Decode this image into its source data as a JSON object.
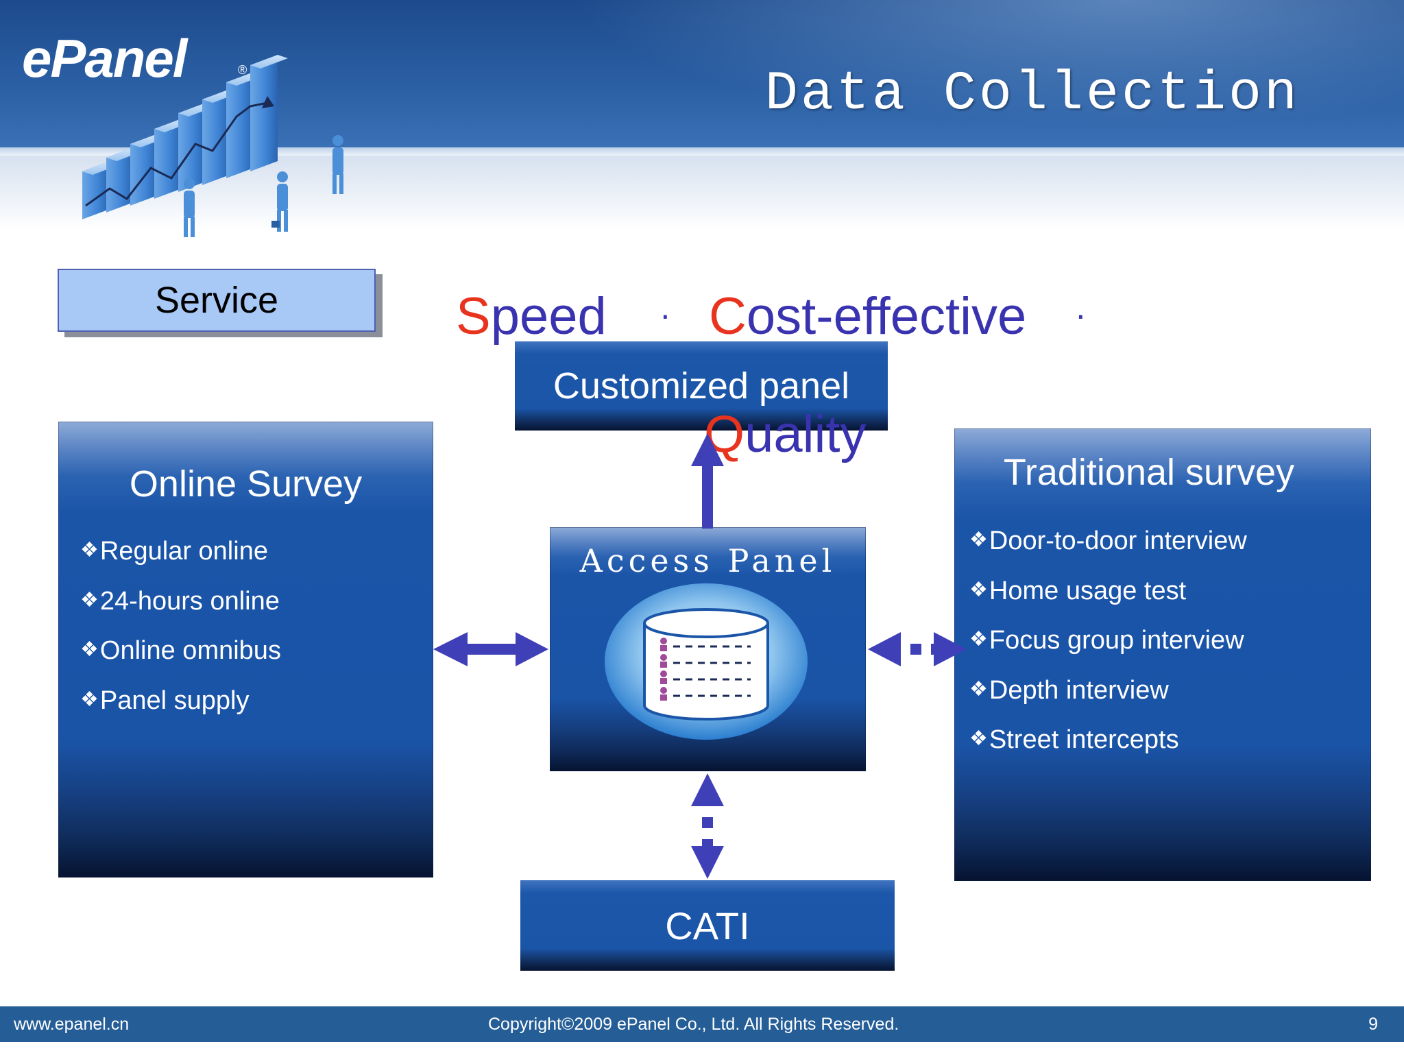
{
  "header": {
    "logo": "ePanel",
    "logo_mark": "®",
    "title": "Data Collection"
  },
  "service_label": "Service",
  "tagline": {
    "speed_cap": "S",
    "speed_rest": "peed",
    "dot1": "·",
    "cost_cap": "C",
    "cost_rest": "ost-effective",
    "dot2": "·",
    "quality_cap": "Q",
    "quality_rest": "uality"
  },
  "customized_panel": {
    "label": "Customized panel"
  },
  "online_survey": {
    "title": "Online Survey",
    "items": [
      "Regular online",
      "24-hours online",
      "Online omnibus",
      "Panel supply"
    ]
  },
  "access_panel": {
    "title": "Access Panel"
  },
  "traditional_survey": {
    "title": "Traditional survey",
    "items": [
      "Door-to-door interview",
      "Home usage test",
      "Focus group interview",
      "Depth interview",
      "Street intercepts"
    ]
  },
  "cati": {
    "label": "CATI"
  },
  "bullet_glyph": "❖",
  "footer": {
    "website": "www.epanel.cn",
    "copyright": "Copyright©2009 ePanel Co., Ltd. All Rights Reserved.",
    "page_number": "9"
  },
  "colors": {
    "header_blue": "#1d4a8c",
    "panel_blue": "#1b55a8",
    "accent_red": "#e8331f",
    "accent_purple": "#3a33b0",
    "arrow_color": "#3f3fb8"
  }
}
